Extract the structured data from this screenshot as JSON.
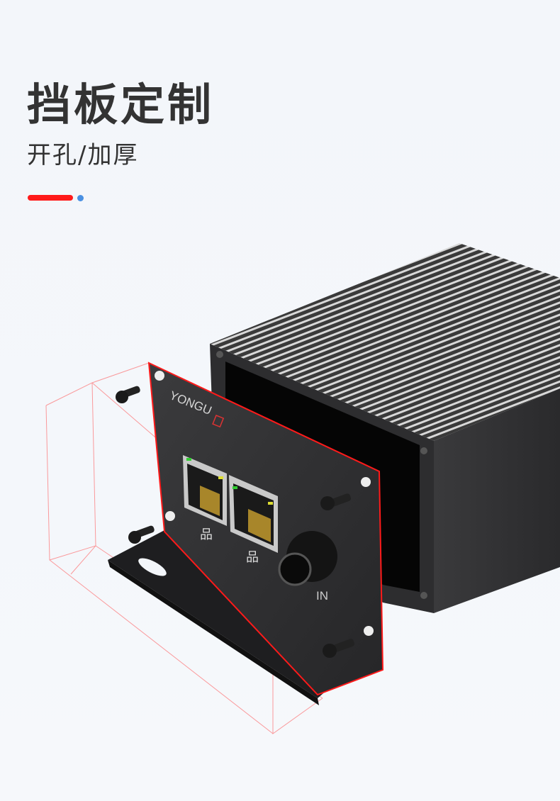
{
  "header": {
    "title": "挡板定制",
    "subtitle": "开孔/加厚"
  },
  "decoration": {
    "accent_bar_color": "#ff1a1a",
    "accent_dot_color": "#4a90e2"
  },
  "product": {
    "brand_logo": "YONGU",
    "port_label": "IN",
    "outline_color": "#ff1a1a",
    "icons": [
      "network-icon",
      "network-icon"
    ]
  }
}
